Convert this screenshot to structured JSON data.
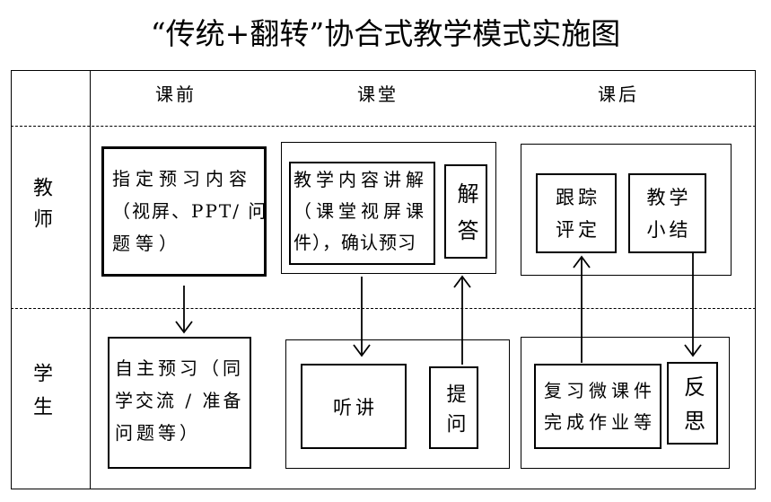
{
  "title": "“传统+翻转”协合式教学模式实施图",
  "columns": {
    "pre": "课前",
    "class": "课堂",
    "post": "课后"
  },
  "rows": {
    "teacher": "教师",
    "student": "学生"
  },
  "teacher": {
    "pre": {
      "lines": [
        "指定预习内容",
        "（视屏、PPT/ 问",
        "题等）"
      ]
    },
    "class": {
      "lecture": {
        "lines": [
          "教学内容讲解",
          "（课堂视屏课",
          "件），确认预习"
        ]
      },
      "answer": "解答"
    },
    "post": {
      "evaluate": {
        "lines": [
          "跟踪",
          "评定"
        ]
      },
      "summary": {
        "lines": [
          "教学",
          "小结"
        ]
      }
    }
  },
  "student": {
    "pre": {
      "lines": [
        "自主预习（同",
        "学交流 / 准备",
        "问题等）"
      ]
    },
    "class": {
      "listen": "听讲",
      "ask": "提问"
    },
    "post": {
      "review": {
        "lines": [
          "复习微课件",
          "完成作业等"
        ]
      },
      "reflect": "反思"
    }
  }
}
